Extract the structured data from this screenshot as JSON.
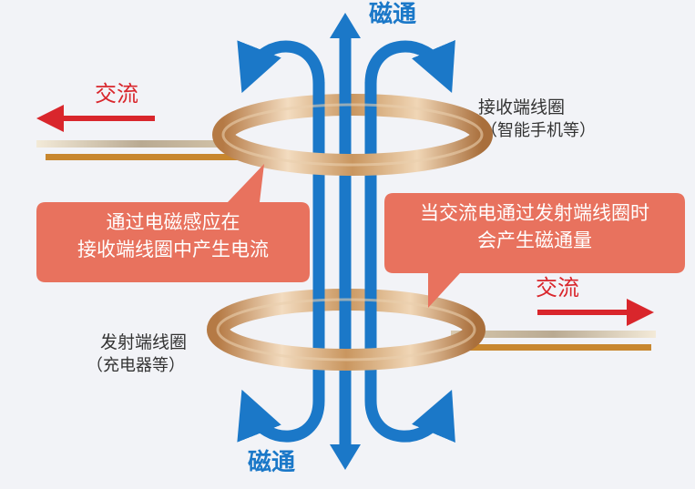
{
  "flux_top": "磁通",
  "flux_bottom": "磁通",
  "ac_top": "交流",
  "ac_bottom": "交流",
  "receiver_coil": {
    "label": "接收端线圈",
    "note": "（智能手机等）"
  },
  "transmitter_coil": {
    "label": "发射端线圈",
    "note": "（充电器等）"
  },
  "bubble_left": {
    "line1": "通过电磁感应在",
    "line2": "接收端线圈中产生电流"
  },
  "bubble_right": {
    "line1": "当交流电通过发射端线圈时",
    "line2": "会产生磁通量"
  },
  "colors": {
    "flux": "#1b78c8",
    "ac": "#d9262c",
    "bubble": "#e8725e",
    "coil": "#c99a66"
  }
}
